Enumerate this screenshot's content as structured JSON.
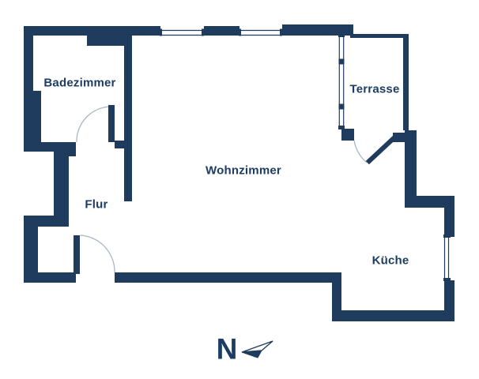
{
  "colors": {
    "wall": "#1f3b5d",
    "text": "#1d3c64",
    "arc": "#aab6c6",
    "background": "#ffffff"
  },
  "rooms": {
    "badezimmer": {
      "label": "Badezimmer"
    },
    "terrasse": {
      "label": "Terrasse"
    },
    "wohnzimmer": {
      "label": "Wohnzimmer"
    },
    "flur": {
      "label": "Flur"
    },
    "kueche": {
      "label": "Küche"
    }
  },
  "north": {
    "label": "N"
  }
}
